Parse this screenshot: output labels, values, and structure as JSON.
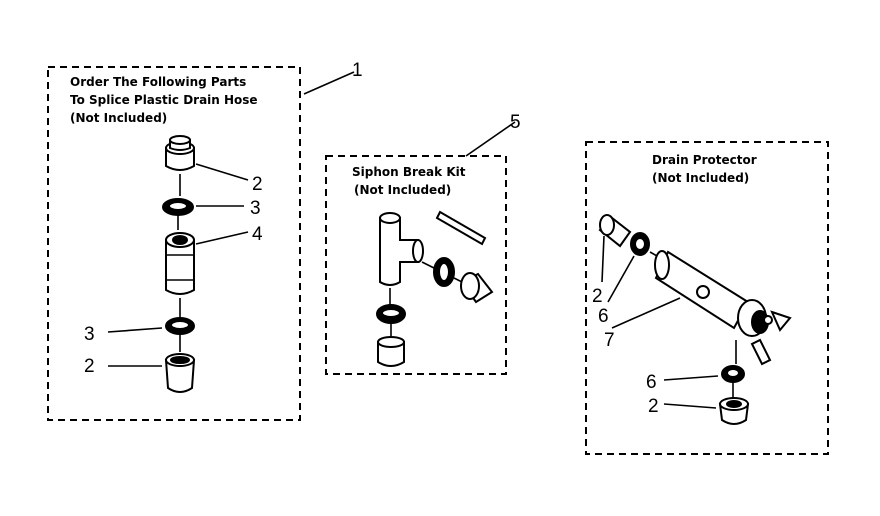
{
  "groups": {
    "splice": {
      "title_lines": [
        "Order The Following Parts",
        "To Splice Plastic Drain Hose",
        "(Not Included)"
      ],
      "callout": "1"
    },
    "siphon": {
      "title_lines": [
        "Siphon Break Kit",
        "(Not Included)"
      ],
      "callout": "5"
    },
    "protector": {
      "title_lines": [
        "Drain Protector",
        "(Not Included)"
      ]
    }
  },
  "callouts": {
    "splice_top_2": "2",
    "splice_top_3": "3",
    "splice_mid_4": "4",
    "splice_low_3": "3",
    "splice_low_2": "2",
    "prot_2": "2",
    "prot_6": "6",
    "prot_7": "7",
    "prot_low_6": "6",
    "prot_low_2": "2"
  }
}
